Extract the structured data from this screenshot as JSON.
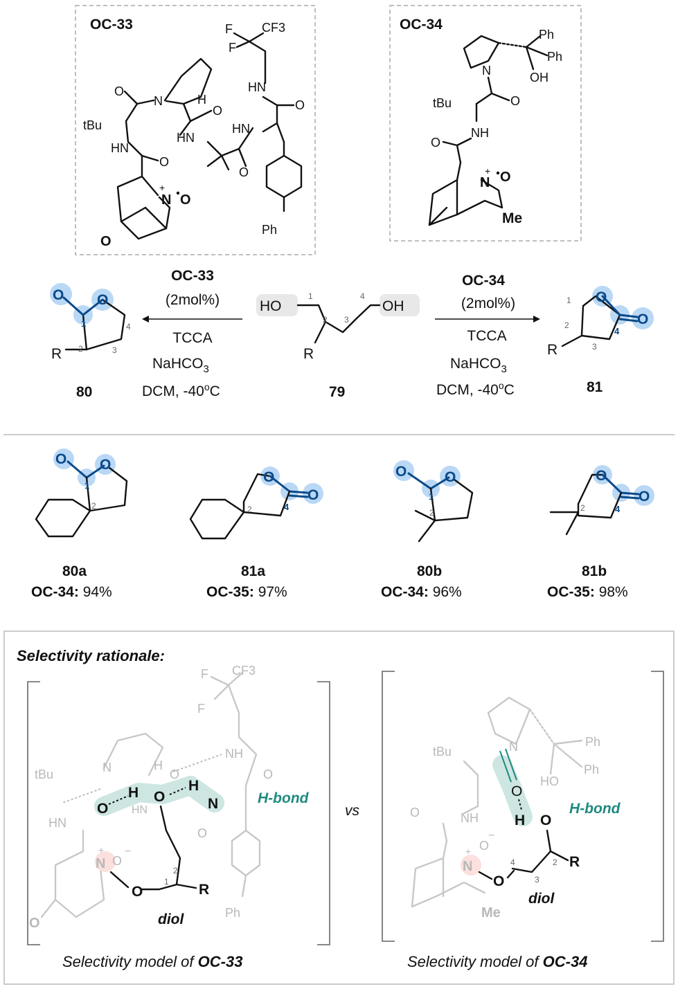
{
  "catalysts": {
    "oc33": {
      "label": "OC-33",
      "atoms": {
        "f1": "F",
        "f2": "F",
        "cf3": "CF3",
        "hn_top": "HN",
        "o_top": "O",
        "n": "N",
        "h": "H",
        "o1": "O",
        "o2": "O",
        "hn1": "HN",
        "hn2": "HN",
        "hn3": "HN",
        "tbu": "tBu",
        "o3": "O",
        "o4": "O",
        "nplus": "+",
        "n_o": "N",
        "dot_o": "O",
        "o_eth": "O",
        "ph": "Ph"
      }
    },
    "oc34": {
      "label": "OC-34",
      "atoms": {
        "ph1": "Ph",
        "ph2": "Ph",
        "oh": "OH",
        "n": "N",
        "o": "O",
        "tbu": "tBu",
        "nh": "NH",
        "o2": "O",
        "plus": "+",
        "n_o": "N",
        "o_rad": "O",
        "me": "Me"
      }
    }
  },
  "reaction": {
    "left": {
      "cat": "OC-33",
      "loading": "(2mol%)",
      "r1": "TCCA",
      "r2": "NaHCO3",
      "r2_main": "NaHCO",
      "r2_sub": "3",
      "r3": "DCM, -40oC",
      "r3_main": "DCM, -40",
      "r3_sup": "o",
      "r3_end": "C"
    },
    "right": {
      "cat": "OC-34",
      "loading": "(2mol%)",
      "r1": "TCCA",
      "r2_main": "NaHCO",
      "r2_sub": "3",
      "r3_main": "DCM, -40",
      "r3_sup": "o",
      "r3_end": "C"
    },
    "start": {
      "label": "79",
      "ho": "HO",
      "oh": "OH",
      "r": "R",
      "n1": "1",
      "n2": "2",
      "n3": "3",
      "n4": "4"
    },
    "prod_left": {
      "label": "80",
      "o1": "O",
      "o2": "O",
      "r": "R",
      "n1": "1",
      "n2": "2",
      "n3": "3",
      "n4": "4"
    },
    "prod_right": {
      "label": "81",
      "o1": "O",
      "o2": "O",
      "r": "R",
      "n1": "1",
      "n2": "2",
      "n3": "3",
      "n4": "4"
    }
  },
  "examples": [
    {
      "label": "80a",
      "cat": "OC-34:",
      "yield": "94%",
      "n1": "1",
      "n2": "2"
    },
    {
      "label": "81a",
      "cat": "OC-35:",
      "yield": "97%",
      "n1": "4",
      "n2": "2"
    },
    {
      "label": "80b",
      "cat": "OC-34:",
      "yield": "96%",
      "n1": "1",
      "n2": "2"
    },
    {
      "label": "81b",
      "cat": "OC-35:",
      "yield": "98%",
      "n1": "4",
      "n2": "2"
    }
  ],
  "rationale": {
    "title": "Selectivity rationale:",
    "vs": "vs",
    "left": {
      "caption_main": "Selectivity model of ",
      "caption_cat": "OC-33",
      "hbond": "H-bond",
      "diol": "diol",
      "r": "R",
      "ph": "Ph",
      "n1": "1",
      "n2": "2",
      "atoms": {
        "h1": "H",
        "o1": "O",
        "h2": "H",
        "n1": "N",
        "o2": "O",
        "hn": "HN",
        "n_ox": "N",
        "o_ox": "O",
        "o_ether": "O",
        "tbu": "tBu",
        "f1": "F",
        "f2": "F",
        "cf3": "CF3",
        "nh": "NH",
        "o3": "O",
        "o4": "O",
        "n_ring": "N",
        "h_ring": "H",
        "o5": "O",
        "hn2": "HN",
        "o6": "O",
        "plus": "+",
        "minus": "−"
      }
    },
    "right": {
      "caption_main": "Selectivity model of ",
      "caption_cat": "OC-34",
      "hbond": "H-bond",
      "diol": "diol",
      "r": "R",
      "me": "Me",
      "n2": "2",
      "n3": "3",
      "n4": "4",
      "atoms": {
        "h": "H",
        "o": "O",
        "o_c": "O",
        "n": "N",
        "tbu": "tBu",
        "ph1": "Ph",
        "ph2": "Ph",
        "ho": "HO",
        "nh": "NH",
        "o_am": "O",
        "n_ox": "N",
        "o_ox": "O",
        "o_eth": "O",
        "plus": "+",
        "minus": "−"
      }
    }
  }
}
